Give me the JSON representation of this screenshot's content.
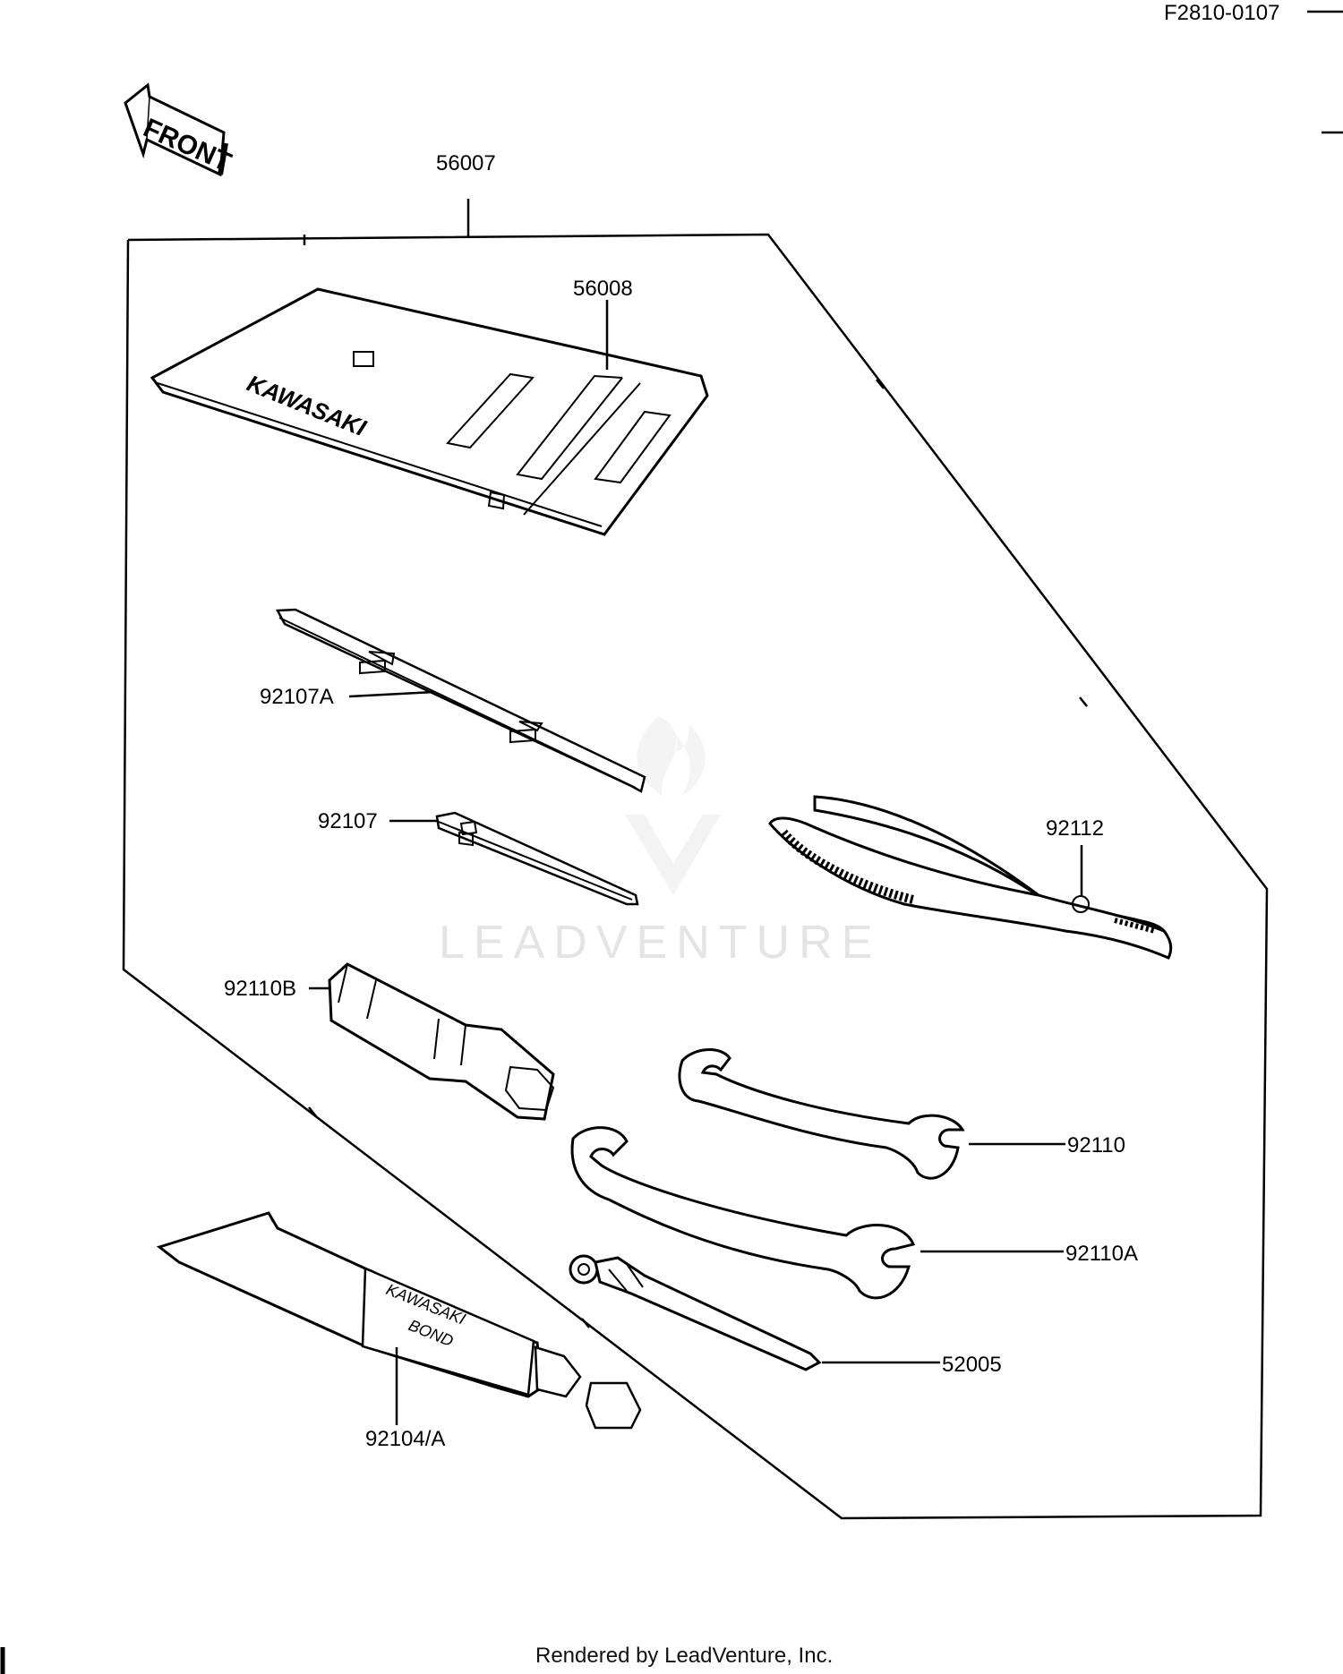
{
  "figure_code": "F2810-0107",
  "front_arrow_label": "FRONT",
  "callouts": {
    "kit": "56007",
    "pouch": "56008",
    "screwdriver_long": "92107A",
    "screwdriver_short": "92107",
    "plug_wrench": "92110B",
    "pliers": "92112",
    "wrench_small": "92110",
    "wrench_large": "92110A",
    "handle": "52005",
    "bond_tube": "92104/A"
  },
  "pouch_brand": "KAWASAKI",
  "tube_text": [
    "KAWASAKI",
    "BOND"
  ],
  "watermark": "LEADVENTURE",
  "footer": "Rendered by LeadVenture, Inc."
}
